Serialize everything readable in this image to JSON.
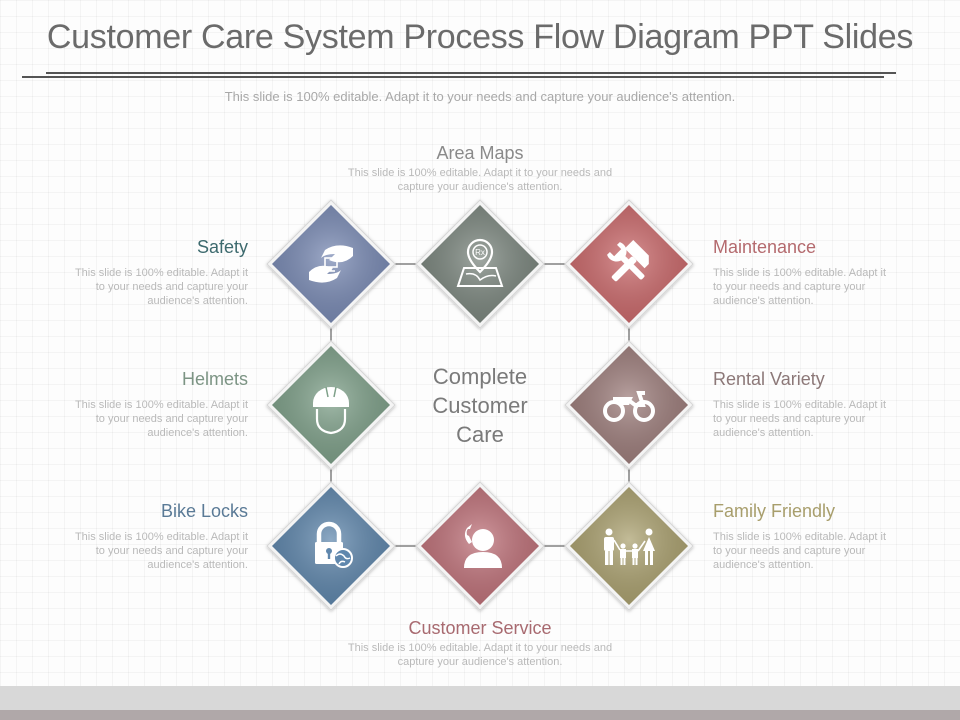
{
  "title": "Customer Care System Process Flow Diagram PPT Slides",
  "subtitle": "This slide is 100% editable. Adapt it to your needs and capture your audience's attention.",
  "center": {
    "lines": [
      "Complete",
      "Customer",
      "Care"
    ]
  },
  "nodes": [
    {
      "id": "safety",
      "label": "Safety",
      "description": "This slide is 100% editable. Adapt it to your needs and capture your audience's attention.",
      "icon": "hands-monitor-icon",
      "color": "#7a8bb5",
      "label_color": "#3d6a6e",
      "position": "top-left"
    },
    {
      "id": "area-maps",
      "label": "Area Maps",
      "description": "This slide is 100% editable. Adapt it to your needs and capture your audience's attention.",
      "icon": "map-pin-icon",
      "color": "#7c877f",
      "label_color": "#8a8a8a",
      "position": "top-center"
    },
    {
      "id": "maintenance",
      "label": "Maintenance",
      "description": "This slide is 100% editable. Adapt it to your needs and capture your audience's attention.",
      "icon": "hammer-wrench-icon",
      "color": "#cc6a6c",
      "label_color": "#b46a6e",
      "position": "top-right"
    },
    {
      "id": "helmets",
      "label": "Helmets",
      "description": "This slide is 100% editable. Adapt it to your needs and capture your audience's attention.",
      "icon": "helmet-icon",
      "color": "#7fa18a",
      "label_color": "#7c9484",
      "position": "middle-left"
    },
    {
      "id": "rental-variety",
      "label": "Rental Variety",
      "description": "This slide is 100% editable. Adapt it to your needs and capture your audience's attention.",
      "icon": "motorcycle-icon",
      "color": "#9e7e7c",
      "label_color": "#8c7878",
      "position": "middle-right"
    },
    {
      "id": "bike-locks",
      "label": "Bike Locks",
      "description": "This slide is 100% editable. Adapt it to your needs and capture your audience's attention.",
      "icon": "lock-globe-icon",
      "color": "#5f87ad",
      "label_color": "#5a7a96",
      "position": "bottom-left"
    },
    {
      "id": "customer-service",
      "label": "Customer Service",
      "description": "This slide is 100% editable. Adapt it to your needs and capture your audience's attention.",
      "icon": "phone-person-icon",
      "color": "#c0727a",
      "label_color": "#a86a70",
      "position": "bottom-center"
    },
    {
      "id": "family-friendly",
      "label": "Family Friendly",
      "description": "This slide is 100% editable. Adapt it to your needs and capture your audience's attention.",
      "icon": "family-icon",
      "color": "#aca270",
      "label_color": "#a89e6c",
      "position": "bottom-right"
    }
  ]
}
